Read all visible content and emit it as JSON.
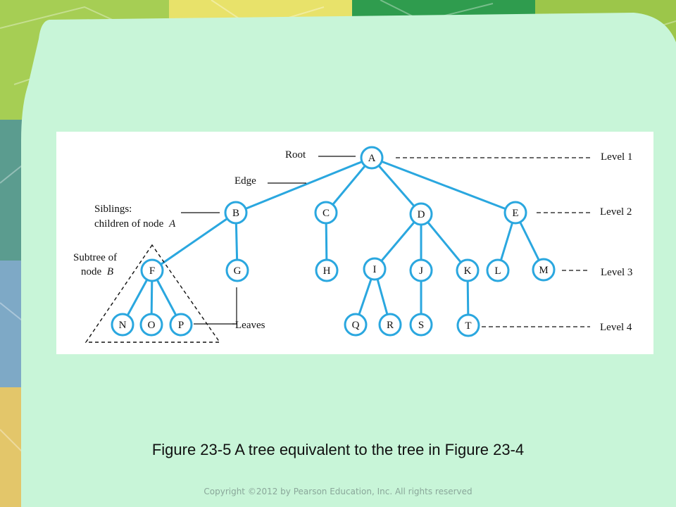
{
  "slide": {
    "caption": "Figure 23-5 A tree equivalent to the tree in Figure 23-4",
    "copyright": "Copyright ©2012 by Pearson Education, Inc. All rights reserved"
  },
  "colors": {
    "edge": "#2aa7df",
    "panel": "#c8f5d8",
    "frame": "#7fb84a"
  },
  "labels": {
    "root": "Root",
    "edge": "Edge",
    "siblings_line1": "Siblings:",
    "siblings_line2": "children of node",
    "siblings_node": "A",
    "subtree_line1": "Subtree of",
    "subtree_line2": "node",
    "subtree_node": "B",
    "leaves": "Leaves",
    "level1": "Level 1",
    "level2": "Level 2",
    "level3": "Level 3",
    "level4": "Level 4"
  },
  "tree": {
    "root": {
      "label": "A",
      "children": [
        {
          "label": "B",
          "children": [
            {
              "label": "F",
              "children": [
                {
                  "label": "N"
                },
                {
                  "label": "O"
                },
                {
                  "label": "P"
                }
              ]
            },
            {
              "label": "G"
            }
          ]
        },
        {
          "label": "C",
          "children": [
            {
              "label": "H"
            }
          ]
        },
        {
          "label": "D",
          "children": [
            {
              "label": "I",
              "children": [
                {
                  "label": "Q"
                },
                {
                  "label": "R"
                }
              ]
            },
            {
              "label": "J",
              "children": [
                {
                  "label": "S"
                }
              ]
            },
            {
              "label": "K",
              "children": [
                {
                  "label": "T"
                }
              ]
            }
          ]
        },
        {
          "label": "E",
          "children": [
            {
              "label": "L"
            },
            {
              "label": "M"
            }
          ]
        }
      ]
    }
  }
}
